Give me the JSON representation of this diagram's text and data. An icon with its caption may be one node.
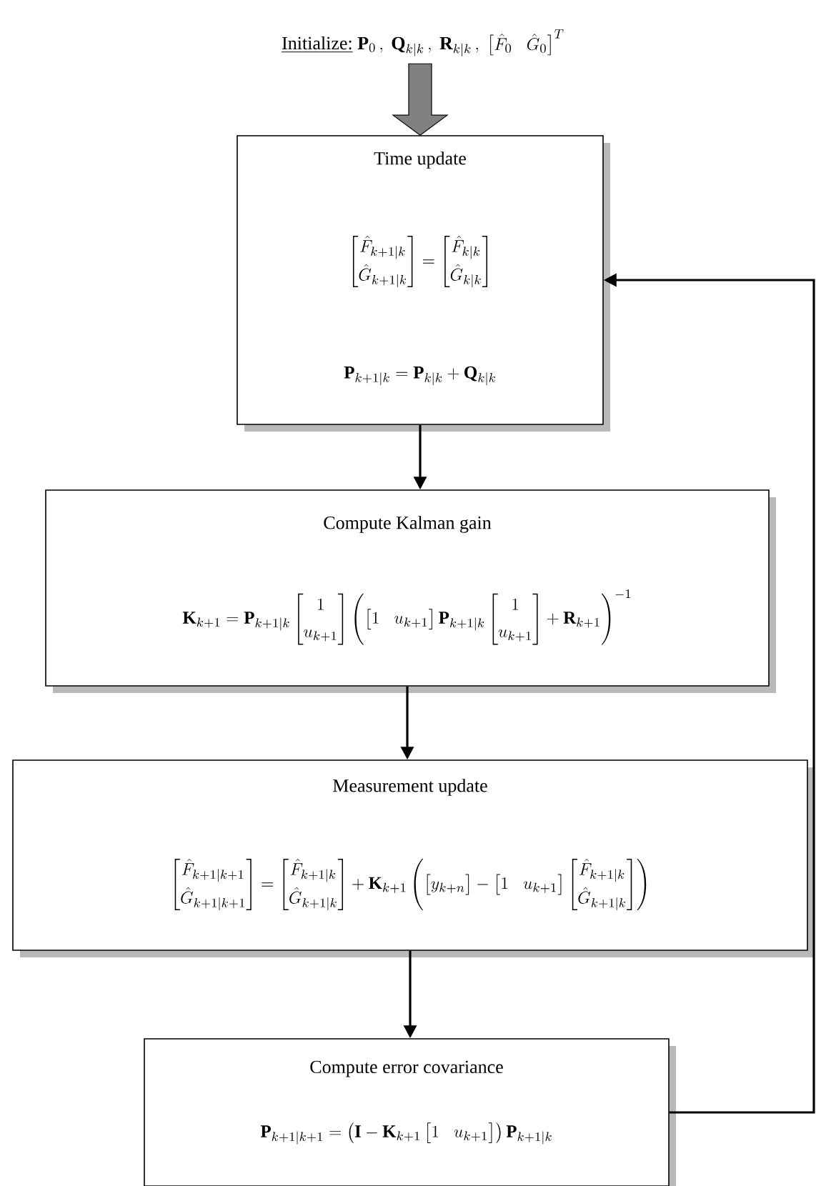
{
  "diagram": {
    "nodes": [
      {
        "text": [
          "Initialize:",
          "\\mathbf{P}_0\\,,\\ \\mathbf{Q}_{k|k}\\,,\\ \\mathbf{R}_{k|k}\\,,\\ \\begin{bmatrix}\\hat{F}_0 & \\hat{G}_0\\end{bmatrix}^T"
        ]
      },
      {
        "text": [
          "Time update",
          "\\begin{bmatrix}\\hat{F}_{k+1|k}\\\\[4pt] \\hat{G}_{k+1|k}\\end{bmatrix}=\\begin{bmatrix}\\hat{F}_{k|k}\\\\[4pt] \\hat{G}_{k|k}\\end{bmatrix}",
          "\\mathbf{P}_{k+1|k}=\\mathbf{P}_{k|k}+\\mathbf{Q}_{k|k}"
        ]
      },
      {
        "text": [
          "Compute Kalman gain",
          "\\mathbf{K}_{k+1}=\\mathbf{P}_{k+1|k}\\begin{bmatrix}1\\\\[4pt] u_{k+1}\\end{bmatrix}\\left(\\begin{bmatrix}1 & u_{k+1}\\end{bmatrix}\\mathbf{P}_{k+1|k}\\begin{bmatrix}1\\\\[4pt] u_{k+1}\\end{bmatrix}+\\mathbf{R}_{k+1}\\right)^{-1}"
        ]
      },
      {
        "text": [
          "Measurement update",
          "\\begin{bmatrix}\\hat{F}_{k+1|k+1}\\\\[4pt] \\hat{G}_{k+1|k+1}\\end{bmatrix}=\\begin{bmatrix}\\hat{F}_{k+1|k}\\\\[4pt] \\hat{G}_{k+1|k}\\end{bmatrix}+\\mathbf{K}_{k+1}\\left(\\begin{bmatrix}y_{k+n}\\end{bmatrix}-\\begin{bmatrix}1 & u_{k+1}\\end{bmatrix}\\begin{bmatrix}\\hat{F}_{k+1|k}\\\\[4pt] \\hat{G}_{k+1|k}\\end{bmatrix}\\right)"
        ]
      },
      {
        "text": [
          "Compute error covariance",
          "\\mathbf{P}_{k+1|k+1}=\\left(\\mathbf{I}-\\mathbf{K}_{k+1}\\begin{bmatrix}1 & u_{k+1}\\end{bmatrix}\\right)\\mathbf{P}_{k+1|k}"
        ]
      }
    ],
    "edges": [
      {
        "from": 0,
        "to": 1,
        "arrow": "to",
        "style": "thick",
        "color": "#808080"
      },
      {
        "from": 1,
        "to": 2,
        "arrow": "to"
      },
      {
        "from": 2,
        "to": 3,
        "arrow": "to"
      },
      {
        "from": 3,
        "to": 4,
        "arrow": "to"
      },
      {
        "from": 4,
        "to": 1,
        "arrow": "to"
      }
    ]
  }
}
